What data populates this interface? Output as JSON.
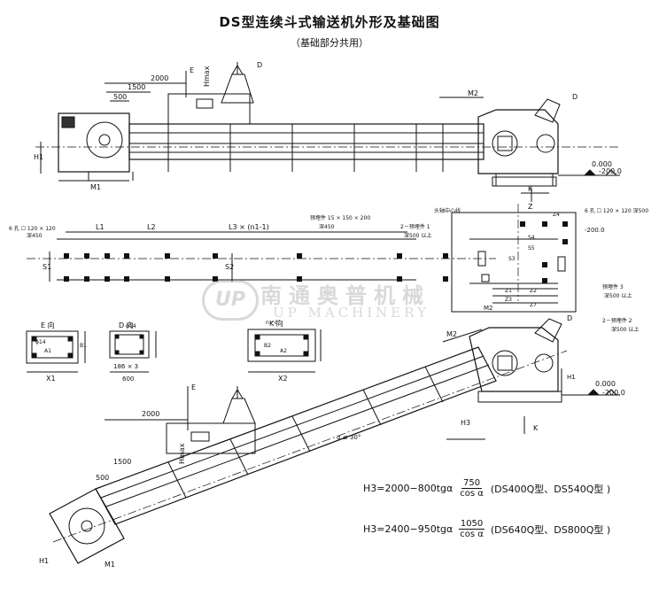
{
  "title": "DS型连续斗式输送机外形及基础图",
  "subtitle": "（基础部分共用）",
  "watermark": {
    "badge": "UP",
    "company": "南通奥普机械",
    "company_en": "UP MACHINERY"
  },
  "labels": {
    "dim_2000": "2000",
    "dim_1500": "1500",
    "dim_500": "500",
    "E": "E",
    "D": "D",
    "Hmax": "Hmax",
    "H1": "H1",
    "M1": "M1",
    "M2": "M2",
    "K": "K",
    "Z": "Z",
    "level_0": "0.000",
    "level_m200": "-200.0",
    "holes_left": "6 孔 ☐ 120 × 120",
    "depth_450": "深450",
    "L1": "L1",
    "L2": "L2",
    "L3": "L3 × (n1-1)",
    "S1": "S1",
    "S2": "S2",
    "S3": "S3",
    "embed_A": "预埋件 15 × 150 × 200",
    "embed_A_depth": "深450",
    "embed_1": "2－预埋件 1",
    "embed_1_depth": "深500 以上",
    "head_center": "头轴中心线",
    "holes_right": "6 孔 ☐ 120 × 120 深500",
    "z1": "Z1",
    "z2": "Z2",
    "z3": "Z3",
    "z4": "Z4",
    "z7": "Z7",
    "s4": "S4",
    "s5": "S5",
    "embed_3": "预埋件 3",
    "embed_3_depth": "深500 以上",
    "embed_2": "2－预埋件 2",
    "embed_2_depth": "深500 以上",
    "view_E": "E 向",
    "view_D": "D 向",
    "view_K": "K 向",
    "phi14_e": "ϕ14",
    "phi14_d": "ϕ14",
    "A1": "A1",
    "A2": "A2",
    "B1": "B1",
    "B2": "B2",
    "X1": "X1",
    "X2": "X2",
    "dim_186": "186 × 3",
    "dim_600": "600",
    "n_d": "n－d",
    "H3": "H3",
    "alpha": "α ≤ 30°",
    "dim_2000_b": "2000",
    "dim_1500_b": "1500",
    "dim_500_b": "500",
    "E_b": "E",
    "Hmax_b": "Hmax",
    "H1_b": "H1",
    "M1_b": "M1",
    "M2_b": "M2",
    "D_b": "D",
    "K_b": "K",
    "level_0_b": "0.000",
    "level_m200_b": "-200.0"
  },
  "formulas": [
    {
      "lhs": "H3=2000−800tgα",
      "num": "750",
      "den": "cos α",
      "note": "(DS400Q型、DS540Q型 )"
    },
    {
      "lhs": "H3=2400−950tgα",
      "num": "1050",
      "den": "cos α",
      "note": "(DS640Q型、DS800Q型 )"
    }
  ]
}
